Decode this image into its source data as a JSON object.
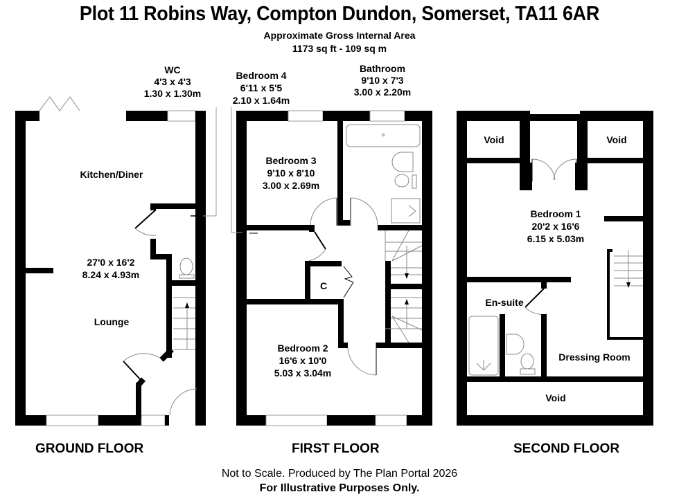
{
  "header": {
    "title": "Plot 11 Robins Way, Compton Dundon, Somerset, TA11 6AR",
    "area_label": "Approximate Gross Internal Area",
    "area_value": "1173 sq ft - 109 sq m"
  },
  "floors": {
    "ground": {
      "label": "GROUND FLOOR",
      "rooms": {
        "wc": {
          "name": "WC",
          "imperial": "4'3 x 4'3",
          "metric": "1.30 x 1.30m"
        },
        "kitchen": {
          "name": "Kitchen/Diner"
        },
        "lounge_dims": {
          "imperial": "27'0 x 16'2",
          "metric": "8.24 x 4.93m"
        },
        "lounge": {
          "name": "Lounge"
        }
      }
    },
    "first": {
      "label": "FIRST FLOOR",
      "rooms": {
        "bedroom4": {
          "name": "Bedroom 4",
          "imperial": "6'11 x 5'5",
          "metric": "2.10 x 1.64m"
        },
        "bathroom": {
          "name": "Bathroom",
          "imperial": "9'10 x 7'3",
          "metric": "3.00 x 2.20m"
        },
        "bedroom3": {
          "name": "Bedroom 3",
          "imperial": "9'10 x 8'10",
          "metric": "3.00 x 2.69m"
        },
        "cupboard": {
          "name": "C"
        },
        "bedroom2": {
          "name": "Bedroom 2",
          "imperial": "16'6 x 10'0",
          "metric": "5.03 x 3.04m"
        }
      }
    },
    "second": {
      "label": "SECOND FLOOR",
      "rooms": {
        "void_left": {
          "name": "Void"
        },
        "void_right": {
          "name": "Void"
        },
        "bedroom1": {
          "name": "Bedroom 1",
          "imperial": "20'2 x 16'6",
          "metric": "6.15 x 5.03m"
        },
        "ensuite": {
          "name": "En-suite"
        },
        "dressing": {
          "name": "Dressing Room"
        },
        "void_bottom": {
          "name": "Void"
        }
      }
    }
  },
  "footer": {
    "disclaimer": "Not to Scale. Produced by The Plan Portal 2026",
    "purpose": "For Illustrative Purposes Only."
  },
  "colors": {
    "wall": "#000000",
    "fixture": "#888888",
    "background": "#ffffff"
  }
}
